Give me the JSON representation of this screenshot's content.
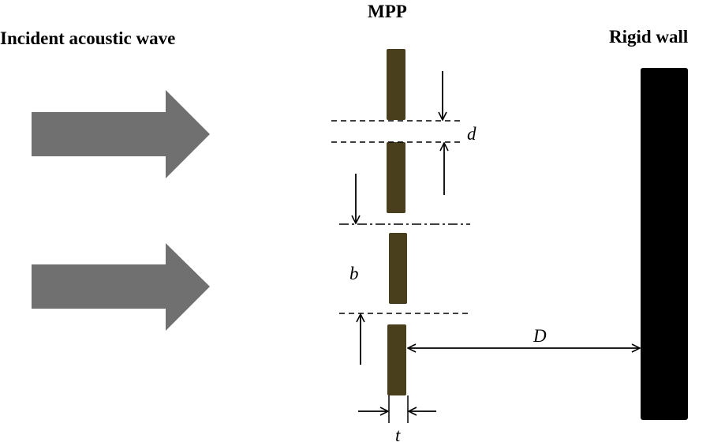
{
  "labels": {
    "incident": "Incident acoustic wave",
    "mpp": "MPP",
    "wall": "Rigid wall",
    "d": "d",
    "b": "b",
    "D": "D",
    "t": "t"
  },
  "colors": {
    "arrow": "#707070",
    "plate": "#4a3f1d",
    "wall": "#000000",
    "line": "#000000"
  }
}
